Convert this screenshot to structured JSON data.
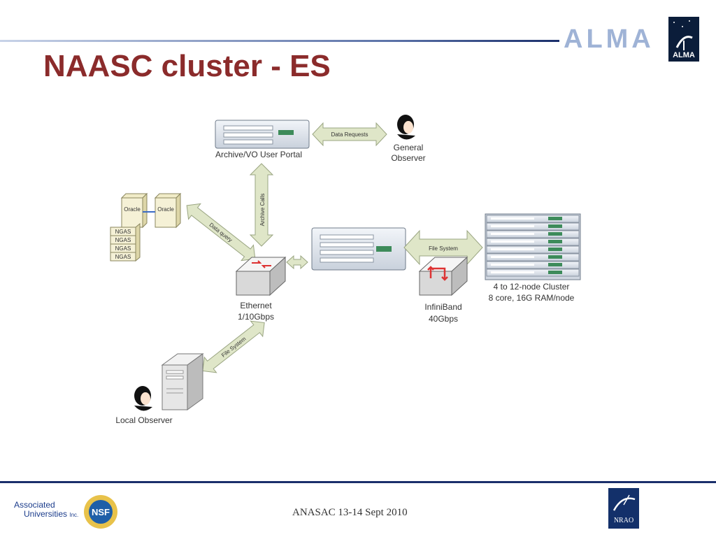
{
  "slide": {
    "title": "NAASC cluster - ES",
    "alma_wordmark": "ALMA",
    "alma_logo_text": "ALMA",
    "footer_text": "ANASAC 13-14 Sept 2010",
    "aui_logo_line1": "Associated",
    "aui_logo_line2": "Universities",
    "aui_logo_suffix": "Inc.",
    "nsf_logo_text": "NSF",
    "nrao_logo_text": "NRAO"
  },
  "diagram": {
    "archive_portal_label": "Archive/VO User Portal",
    "general_observer_label_line1": "General",
    "general_observer_label_line2": "Observer",
    "data_requests_label": "Data Requests",
    "archive_calls_label": "Archive Calls",
    "oracle_label": "Oracle",
    "ngas_label": "NGAS",
    "data_query_label": "Data query",
    "ethernet_label_line1": "Ethernet",
    "ethernet_label_line2": "1/10Gbps",
    "file_system_label": "File System",
    "infiniband_label_line1": "InfiniBand",
    "infiniband_label_line2": "40Gbps",
    "cluster_label_line1": "4 to 12-node Cluster",
    "cluster_label_line2": "8 core, 16G RAM/node",
    "local_observer_label": "Local Observer"
  },
  "colors": {
    "title": "#8b2b2b",
    "rule_line": "#1a2f6b",
    "alma_word": "#9fb3d6",
    "arrow_fill": "#dfe6c8",
    "arrow_stroke": "#9aa582",
    "server_fill": "#e4e9f0",
    "server_led": "#3d8b5a",
    "switch_red": "#d33"
  }
}
